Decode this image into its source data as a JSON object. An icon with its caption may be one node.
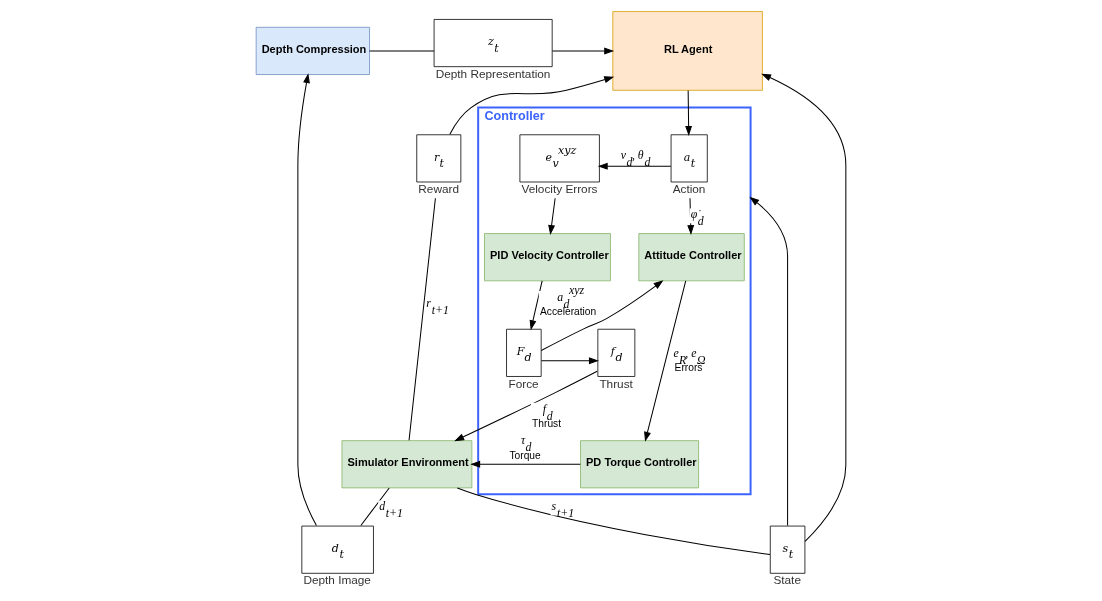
{
  "diagram": {
    "nodes": [
      {
        "text": [
          "Depth Compression"
        ]
      },
      {
        "text": [
          "z$_{t}$"
        ],
        "beside": [
          "Depth Representation"
        ]
      },
      {
        "text": [
          "RL Agent"
        ]
      },
      {
        "text": [
          "r$_{t}$"
        ],
        "beside": [
          "Reward"
        ]
      },
      {
        "text": [
          "Controller"
        ]
      },
      {
        "text": [
          "a$_{t}$"
        ],
        "beside": [
          "Action"
        ],
        "in": 4
      },
      {
        "text": [
          "e$_{v}$$^{xyz}$"
        ],
        "beside": [
          "Velocity Errors"
        ],
        "in": 4
      },
      {
        "text": [
          "d$_{t}$"
        ],
        "beside": [
          "Depth Image"
        ]
      },
      {
        "text": [
          "s$_{t}$"
        ],
        "beside": [
          "State"
        ]
      },
      {
        "text": [
          "Attitude Controller"
        ],
        "in": 4
      },
      {
        "text": [
          "PID Velocity Controller"
        ],
        "in": 4
      },
      {
        "text": [
          "Simulator Environment"
        ]
      },
      {
        "text": [
          "PD Torque Controller"
        ],
        "in": 4
      },
      {
        "text": [
          "f$_{d}$"
        ],
        "beside": [
          "Thrust"
        ],
        "in": 4
      },
      {
        "text": [
          "F$_{d}$"
        ],
        "beside": [
          "Force"
        ],
        "in": 4
      }
    ],
    "edges": [
      {
        "from": 7,
        "to": 0,
        "arrow": "to"
      },
      {
        "from": 0,
        "to": 1,
        "arrow": "none"
      },
      {
        "from": 1,
        "to": 2,
        "arrow": "to"
      },
      {
        "from": 11,
        "to": 3,
        "arrow": "none",
        "label": "r$_{t+1}$"
      },
      {
        "from": 3,
        "to": 2,
        "arrow": "to"
      },
      {
        "from": 11,
        "to": 7,
        "arrow": "none",
        "label": "d$_{t+1}$"
      },
      {
        "from": 11,
        "to": 8,
        "arrow": "none",
        "label": "s$_{t+1}$"
      },
      {
        "from": 8,
        "to": 2,
        "arrow": "to"
      },
      {
        "from": 8,
        "to": 4,
        "arrow": "to"
      },
      {
        "from": 2,
        "to": 5,
        "arrow": "to"
      },
      {
        "from": 5,
        "to": 6,
        "arrow": "to",
        "label": "v$_{d}$, θ$_{d}$"
      },
      {
        "from": 6,
        "to": 10,
        "arrow": "to"
      },
      {
        "from": 5,
        "to": 9,
        "arrow": "to",
        "label": "φ̇$_{d}$"
      },
      {
        "from": 9,
        "to": 12,
        "arrow": "to",
        "label": "e$_{R}$, e$_{Ω}$ Errors"
      },
      {
        "from": 12,
        "to": 11,
        "arrow": "to",
        "label": "τ$_{d}$ Torque"
      },
      {
        "from": 10,
        "to": 14,
        "arrow": "to",
        "label": "a$_{d}$$^{xyz}$ Acceleration"
      },
      {
        "from": 14,
        "to": 9,
        "arrow": "to"
      },
      {
        "from": 14,
        "to": 13,
        "arrow": "to"
      },
      {
        "from": 13,
        "to": 11,
        "arrow": "to",
        "label": "f$_{d}$ Thrust"
      }
    ]
  }
}
